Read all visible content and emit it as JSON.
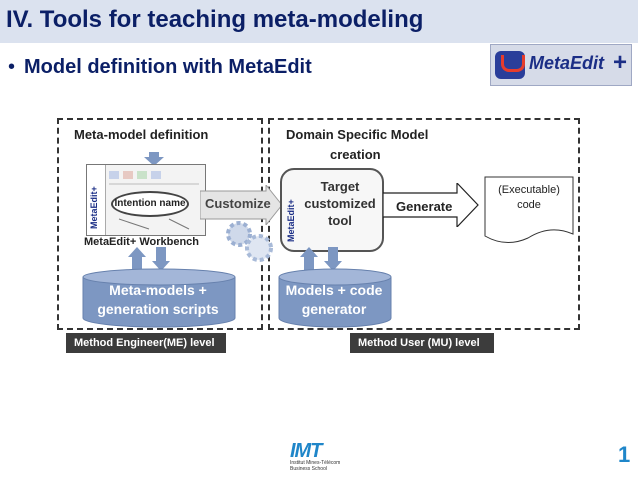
{
  "title": "IV. Tools for teaching meta-modeling",
  "bullet": "Model definition with MetaEdit",
  "logo": {
    "word": "MetaEdit",
    "plus": "+"
  },
  "diagram": {
    "left_panel_label": "Meta-model definition",
    "right_panel_label_line1": "Domain Specific Model",
    "right_panel_label_line2": "creation",
    "workbench_brand": "MetaEdit+",
    "intention_label": "Intention name",
    "workbench_caption": "MetaEdit+ Workbench",
    "customize_label": "Customize",
    "target_brand": "MetaEdit+",
    "target_lines": [
      "Target",
      "customized",
      "tool"
    ],
    "generate_label": "Generate",
    "output_line1": "(Executable)",
    "output_line2": "code",
    "left_store_line1": "Meta-models +",
    "left_store_line2": "generation scripts",
    "right_store_line1": "Models + code",
    "right_store_line2": "generator",
    "left_level": "Method Engineer(ME) level",
    "right_level": "Method User (MU) level"
  },
  "footer": {
    "logo_mark": "IMT",
    "line1": "Institut Mines-Télécom",
    "line2": "Business School"
  },
  "page_number": "1",
  "colors": {
    "title_bar": "#dbe2ef",
    "title_text": "#0b1f66",
    "cylinder": "#7d97c2",
    "accent": "#1f86c9"
  }
}
